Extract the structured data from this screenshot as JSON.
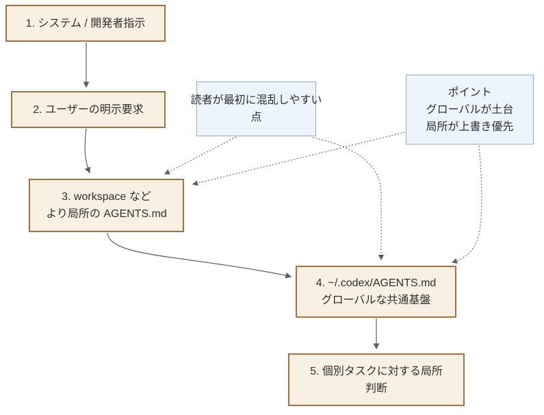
{
  "diagram": {
    "type": "flowchart",
    "colors": {
      "background": "#ffffff",
      "node_fill": "#f8f1e3",
      "node_border": "#a5713d",
      "note_fill": "#ecf4fc",
      "note_border": "#8fadcb",
      "edge": "#5f5f5f",
      "text": "#2e2e2e"
    },
    "nodes": {
      "n1": {
        "lines": [
          "1. システム / 開発者指示"
        ]
      },
      "n2": {
        "lines": [
          "2. ユーザーの明示要求"
        ]
      },
      "n3": {
        "lines": [
          "3. workspace など",
          "より局所の AGENTS.md"
        ]
      },
      "n4": {
        "lines": [
          "4. ~/.codex/AGENTS.md",
          "グローバルな共通基盤"
        ]
      },
      "n5": {
        "lines": [
          "5. 個別タスクに対する局所",
          "判断"
        ]
      }
    },
    "notes": {
      "confusion": {
        "lines": [
          "読者が最初に混乱しやすい",
          "点"
        ]
      },
      "point": {
        "lines": [
          "ポイント",
          "グローバルが土台",
          "局所が上書き優先"
        ]
      }
    },
    "edges": [
      {
        "from": "n1",
        "to": "n2",
        "style": "solid"
      },
      {
        "from": "n2",
        "to": "n3",
        "style": "solid"
      },
      {
        "from": "n3",
        "to": "n4",
        "style": "solid"
      },
      {
        "from": "n4",
        "to": "n5",
        "style": "solid"
      },
      {
        "from": "confusion",
        "to": "n3",
        "style": "dotted"
      },
      {
        "from": "confusion",
        "to": "n4",
        "style": "dotted"
      },
      {
        "from": "point",
        "to": "n3",
        "style": "dotted"
      },
      {
        "from": "point",
        "to": "n4",
        "style": "dotted"
      }
    ]
  }
}
